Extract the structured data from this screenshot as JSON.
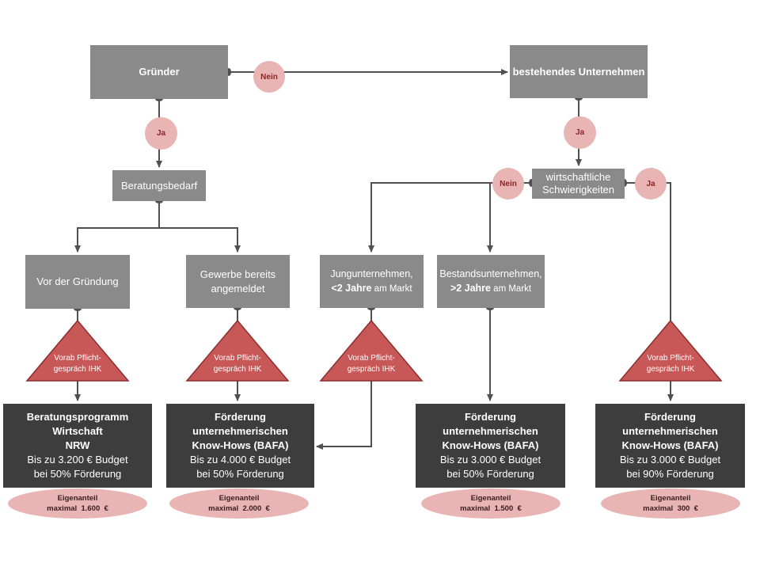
{
  "nodes": {
    "gruender": "Gründer",
    "bestehend": "bestehendes Unternehmen",
    "beratungsbedarf": "Beratungsbedarf",
    "wirtschaftlich_line1": "wirtschaftliche",
    "wirtschaftlich_line2": "Schwierigkeiten",
    "vor_gruendung": "Vor der Gründung",
    "gewerbe_line1": "Gewerbe bereits",
    "gewerbe_line2": "angemeldet",
    "jung_line1": "Jungunternehmen,",
    "jung_bold": "<2 Jahre",
    "jung_rest": " am Markt",
    "bestand_line1": "Bestandsunternehmen,",
    "bestand_bold": ">2 Jahre",
    "bestand_rest": " am Markt"
  },
  "decisions": {
    "nein": "Nein",
    "ja": "Ja"
  },
  "triangle_label": {
    "line1": "Vorab Pflicht-",
    "line2": "gespräch IHK"
  },
  "programs": [
    {
      "title1": "Beratungsprogramm Wirtschaft",
      "title2": "NRW",
      "budget": "Bis zu 3.200 € Budget",
      "funding": "bei 50% Förderung",
      "own_label": "Eigenanteil",
      "own_value": "maximal  1.600  €"
    },
    {
      "title1": "Förderung unternehmerischen",
      "title2": "Know-Hows (BAFA)",
      "budget": "Bis zu 4.000 € Budget",
      "funding": "bei 50% Förderung",
      "own_label": "Eigenanteil",
      "own_value": "maximal  2.000  €"
    },
    {
      "title1": "Förderung unternehmerischen",
      "title2": "Know-Hows (BAFA)",
      "budget": "Bis zu 3.000 € Budget",
      "funding": "bei 50% Förderung",
      "own_label": "Eigenanteil",
      "own_value": "maximal  1.500  €"
    },
    {
      "title1": "Förderung unternehmerischen",
      "title2": "Know-Hows (BAFA)",
      "budget": "Bis zu 3.000 € Budget",
      "funding": "bei 90% Förderung",
      "own_label": "Eigenanteil",
      "own_value": "maximal  300  €"
    }
  ],
  "colors": {
    "grey_box": "#8a8a8a",
    "dark_box": "#3d3d3d",
    "bubble": "#e8b4b4",
    "triangle": "#c85858",
    "line": "#505050"
  }
}
